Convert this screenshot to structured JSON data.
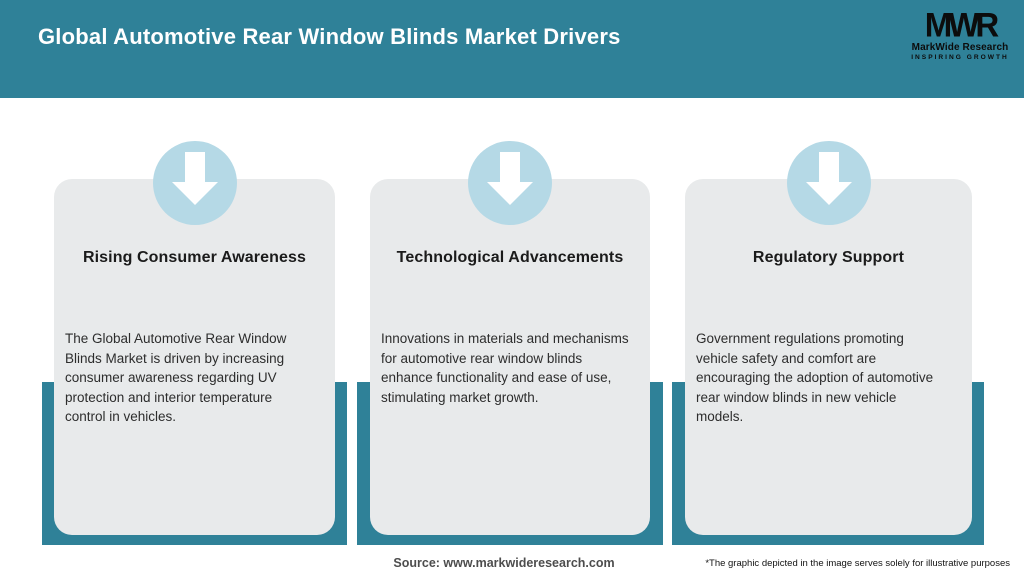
{
  "header": {
    "title": "Global Automotive Rear Window Blinds Market Drivers",
    "logo": {
      "acronym": "MWR",
      "name": "MarkWide Research",
      "tagline": "INSPIRING GROWTH"
    }
  },
  "cards": [
    {
      "icon": "down-arrow-icon",
      "title": "Rising Consumer Awareness",
      "body": "The Global Automotive Rear Window\nBlinds Market is driven by increasing\nconsumer awareness regarding UV\nprotection and interior temperature\ncontrol in vehicles."
    },
    {
      "icon": "down-arrow-icon",
      "title": "Technological Advancements",
      "body": "Innovations in materials and mechanisms\nfor automotive rear window blinds\nenhance functionality and ease of use,\nstimulating market growth."
    },
    {
      "icon": "down-arrow-icon",
      "title": "Regulatory Support",
      "body": "Government regulations promoting\nvehicle safety and comfort are\nencouraging the adoption of automotive\nrear window blinds in new vehicle\nmodels."
    }
  ],
  "footer": {
    "source": "Source: www.markwideresearch.com",
    "disclaimer": "*The graphic depicted in the image serves solely for illustrative purposes"
  },
  "colors": {
    "teal": "#2F8198",
    "circle": "#B5D9E6",
    "card": "#E8EAEB"
  }
}
